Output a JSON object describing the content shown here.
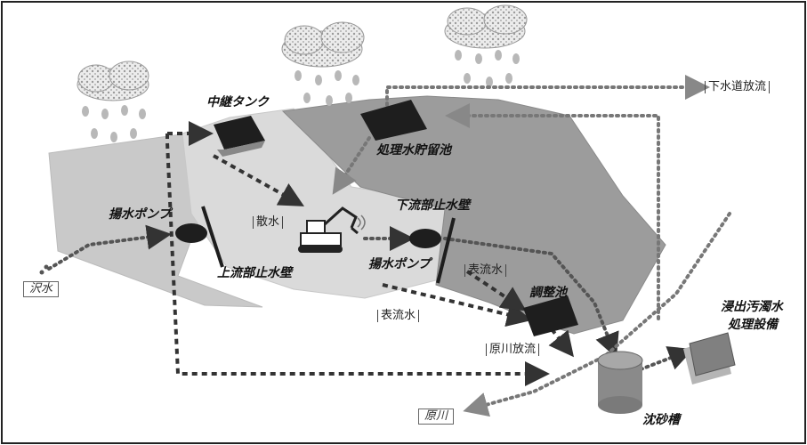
{
  "labels": {
    "relay_tank": "中継タンク",
    "treated_water_pond": "処理水貯留池",
    "pump_left": "揚水ポンプ",
    "pump_right": "揚水ポンプ",
    "upstream_wall": "上流部止水壁",
    "downstream_wall": "下流部止水壁",
    "adjust_pond": "調整池",
    "leachate_facility_line1": "浸出汚濁水",
    "leachate_facility_line2": "処理設備",
    "sediment_tank": "沈砂槽"
  },
  "bracket_labels": {
    "sewer_discharge": "下水道放流",
    "sprinkle": "散水",
    "surface_water_upper": "表流水",
    "surface_water_lower": "表流水",
    "river_discharge": "原川放流"
  },
  "boxed_labels": {
    "stream_water": "沢水",
    "river": "原川"
  },
  "colors": {
    "area_left": "#c9c9c9",
    "area_middle": "#dadada",
    "area_right": "#9c9c9c",
    "pond": "#1e1e1e",
    "flow": "#333333",
    "cloud": "#e6e6e6",
    "rain": "#b8b8b8"
  }
}
